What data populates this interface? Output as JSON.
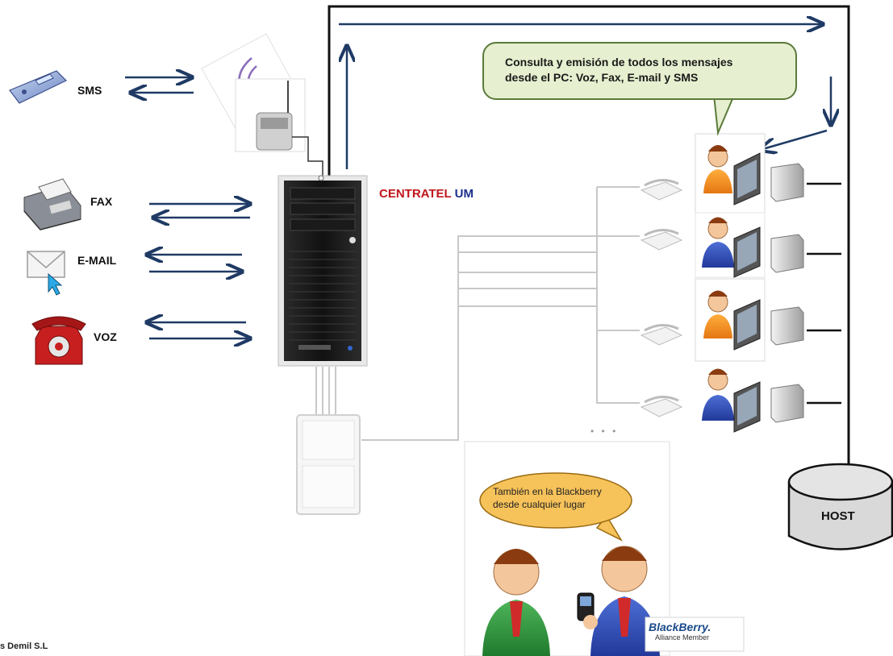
{
  "channels": {
    "sms": "SMS",
    "fax": "FAX",
    "email": "E-MAIL",
    "voz": "VOZ"
  },
  "server": {
    "name_part1": "CENTRATEL",
    "name_part2": "UM",
    "color_part1": "#c0161b",
    "color_part2": "#1c2f8c"
  },
  "callout_pc": {
    "line1": "Consulta y emisión de todos los mensajes",
    "line2": "desde el PC: Voz, Fax, E-mail y SMS"
  },
  "callout_blackberry": {
    "line1": "También en la Blackberry",
    "line2": "desde cualquier lugar"
  },
  "host_label": "HOST",
  "blackberry_badge": {
    "name": "BlackBerry.",
    "subtitle": "Alliance Member"
  },
  "footer_text": "s Demil S.L",
  "ellipsis": "• • •",
  "colors": {
    "arrow": "#1f3a64",
    "callout_pc_fill": "#e6efcf",
    "callout_pc_border": "#5a7a3a",
    "callout_bb_fill": "#f6c25a",
    "host_fill": "#d9d9d9"
  },
  "icons": [
    "mobile-phone-icon",
    "wireless-router-icon",
    "fax-machine-icon",
    "email-envelope-icon",
    "red-telephone-icon",
    "server-tower-icon",
    "patch-panel-icon",
    "desk-phone-icon",
    "user-at-pc-icon",
    "pc-tower-icon",
    "host-database-icon",
    "business-man-icon",
    "blackberry-phone-icon"
  ]
}
